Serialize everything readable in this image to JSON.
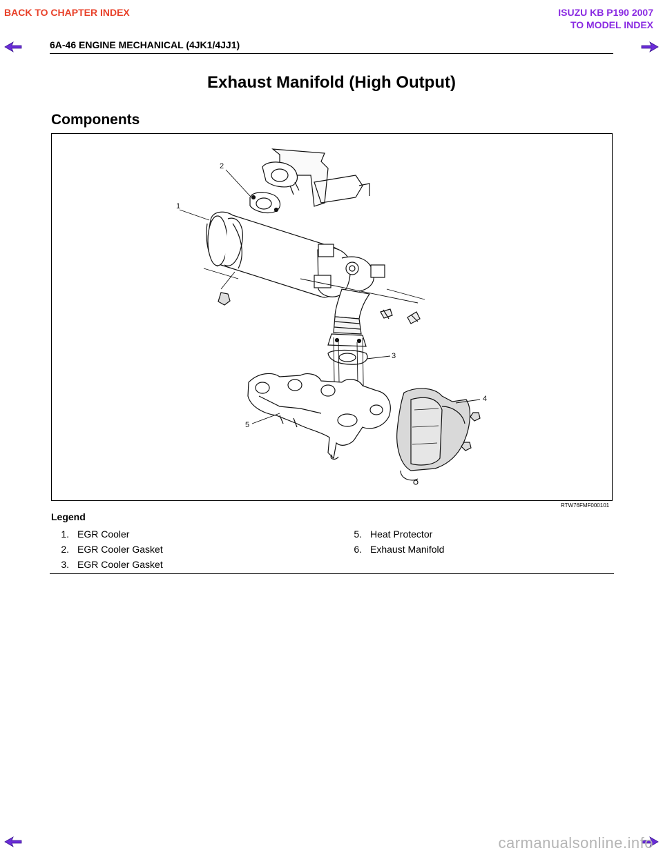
{
  "nav": {
    "back_chapter": "BACK TO CHAPTER INDEX",
    "model_title": "ISUZU KB P190 2007",
    "model_index": "TO MODEL INDEX"
  },
  "header": {
    "page_ref": "6A-46  ENGINE MECHANICAL (4JK1/4JJ1)"
  },
  "section": {
    "title": "Exhaust Manifold (High Output)",
    "subtitle": "Components"
  },
  "figure": {
    "id": "RTW76FMF000101",
    "callouts": [
      "1",
      "2",
      "3",
      "4",
      "5"
    ]
  },
  "legend": {
    "title": "Legend",
    "left": [
      {
        "num": "1.",
        "label": "EGR Cooler"
      },
      {
        "num": "2.",
        "label": "EGR Cooler Gasket"
      },
      {
        "num": "3.",
        "label": "EGR Cooler Gasket"
      }
    ],
    "right": [
      {
        "num": "5.",
        "label": "Heat Protector"
      },
      {
        "num": "6.",
        "label": "Exhaust Manifold"
      }
    ]
  },
  "footer": {
    "watermark": "carmanualsonline.info"
  },
  "colors": {
    "back_link": "#e8412a",
    "model_link": "#8a2be2",
    "arrow": "#6a2cd8"
  }
}
